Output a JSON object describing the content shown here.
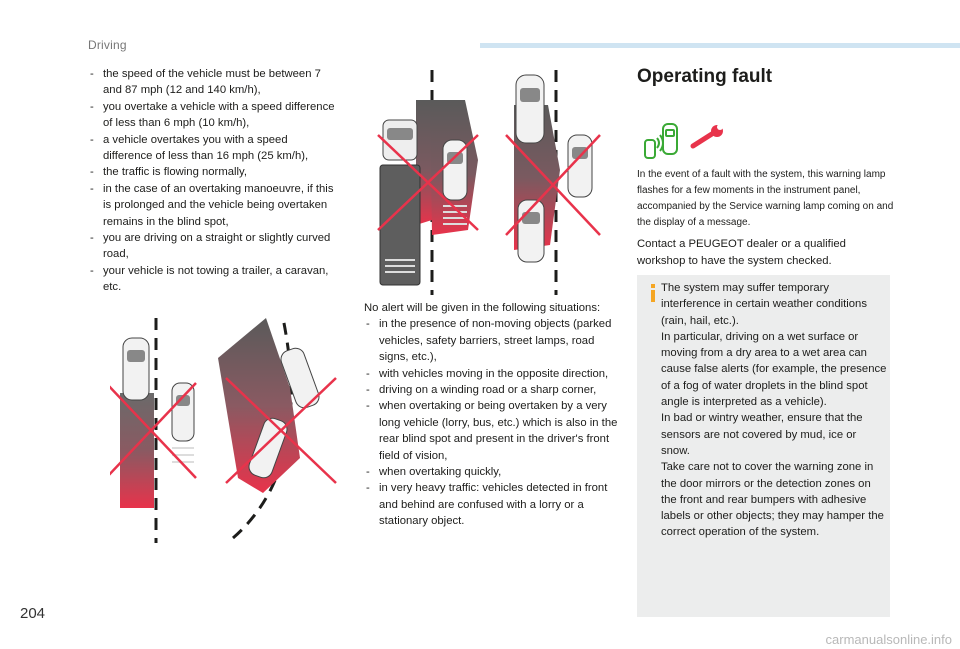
{
  "header": {
    "section": "Driving"
  },
  "page_number": "204",
  "watermark": "carmanualsonline.info",
  "conditions": [
    "the speed of the vehicle must be between 7 and 87 mph (12 and 140 km/h),",
    "you overtake a vehicle with a speed difference of less than 6 mph (10 km/h),",
    "a vehicle overtakes you with a speed difference of less than 16 mph (25 km/h),",
    "the traffic is flowing normally,",
    "in the case of an overtaking manoeuvre, if this is prolonged and the vehicle being overtaken remains in the blind spot,",
    "you are driving on a straight or slightly curved road,",
    "your vehicle is not towing a trailer, a caravan, etc."
  ],
  "no_alert": {
    "intro": "No alert will be given in the following situations:",
    "items": [
      "in the presence of non-moving objects (parked vehicles, safety barriers, street lamps, road signs, etc.),",
      "with vehicles moving in the opposite direction,",
      "driving on a winding road or a sharp corner,",
      "when overtaking or being overtaken by a very long vehicle (lorry, bus, etc.) which is also in the rear blind spot and present in the driver's front field of vision,",
      "when overtaking quickly,",
      "in very heavy traffic: vehicles detected in front and behind are confused with a lorry or a stationary object."
    ]
  },
  "operating_fault": {
    "title": "Operating fault",
    "paragraph1": "In the event of a fault with the system, this warning lamp flashes for a few moments in the instrument panel, accompanied by the Service warning lamp coming on and the display of a message.",
    "paragraph2": "Contact a PEUGEOT dealer or a qualified workshop to have the system checked."
  },
  "info_box": {
    "lines": [
      "The system may suffer temporary interference in certain weather conditions (rain, hail, etc.).",
      "In particular, driving on a wet surface or moving from a dry area to a wet area can cause false alerts (for example, the presence of a fog of water droplets in the blind spot angle is interpreted as a vehicle).",
      "In bad or wintry weather, ensure that the sensors are not covered by mud, ice or snow.",
      "Take care not to cover the warning zone in the door mirrors or the detection zones on the front and rear bumpers with adhesive labels or other objects; they may hamper the correct operation of the system."
    ]
  },
  "colors": {
    "accent": "#e8334b",
    "info_icon": "#f5a623",
    "wrench": "#e8334b",
    "header_bar": "#cfe4f2",
    "lamp": "#3aa935"
  },
  "icons": [
    "blind-spot-warning-lamp-icon",
    "wrench-icon",
    "info-icon"
  ]
}
